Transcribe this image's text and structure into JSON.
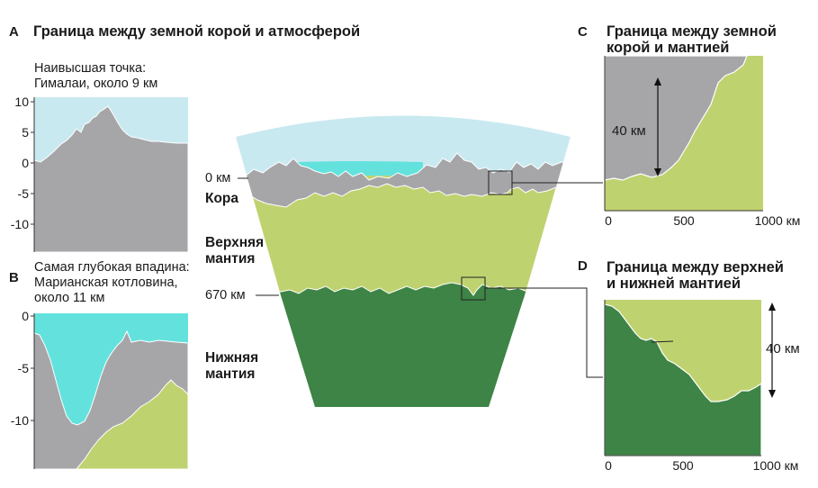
{
  "colors": {
    "crust": "#a6a6a9",
    "atmosphere": "#c9e9f0",
    "ocean": "#63e2dd",
    "upper_mantle": "#bfd270",
    "lower_mantle": "#3d8446",
    "text": "#1a1a1a"
  },
  "panel_a": {
    "letter": "A",
    "title": "Граница между земной корой и атмосферой",
    "note_line1": "Наивысшая точка:",
    "note_line2": "Гималаи, около 9 км",
    "ticks": [
      "10",
      "5",
      "0",
      "-5",
      "-10"
    ]
  },
  "panel_b": {
    "letter": "B",
    "note_line1": "Самая глубокая впадина:",
    "note_line2": "Марианская котловина,",
    "note_line3": "около 11 км",
    "ticks": [
      "0",
      "-5",
      "-10"
    ]
  },
  "panel_c": {
    "letter": "C",
    "title_line1": "Граница между земной",
    "title_line2": "корой и мантией",
    "depth_label": "40 км",
    "ticks": [
      "0",
      "500",
      "1000 км"
    ]
  },
  "panel_d": {
    "letter": "D",
    "title_line1": "Граница между верхней",
    "title_line2": "и нижней мантией",
    "depth_label": "40 км",
    "ticks": [
      "0",
      "500",
      "1000 км"
    ]
  },
  "center": {
    "zero_label": "0 км",
    "crust_label": "Кора",
    "upper_line1": "Верхняя",
    "upper_line2": "мантия",
    "boundary_label": "670 км",
    "lower_line1": "Нижняя",
    "lower_line2": "мантия"
  }
}
